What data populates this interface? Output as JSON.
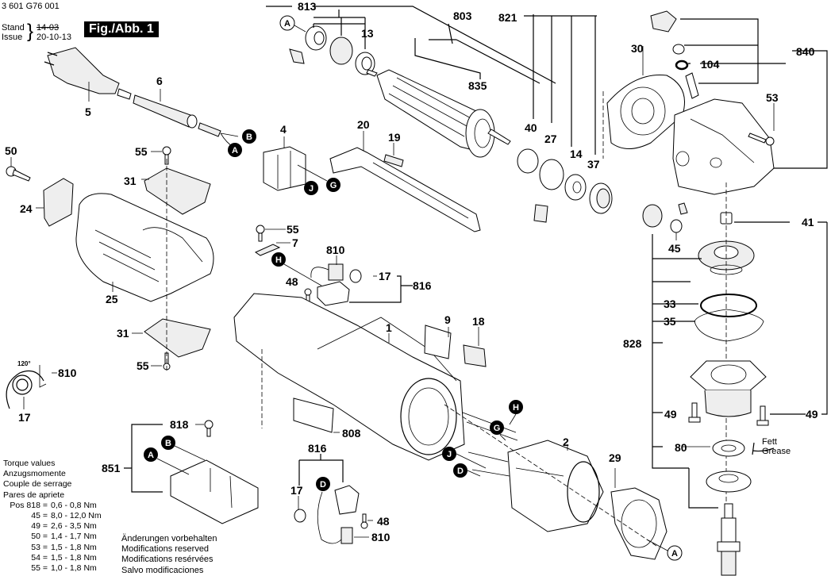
{
  "header": {
    "document_number": "3 601 G76 001",
    "stand_label": "Stand",
    "issue_label": "Issue",
    "old_date": "14-03",
    "issue_date": "20-10-13",
    "figure_label": "Fig./Abb. 1"
  },
  "torque": {
    "titles": [
      "Torque values",
      "Anzugsmomente",
      "Couple de serrage",
      "Pares de apriete"
    ],
    "rows": [
      {
        "pos": "Pos 818 =",
        "value": "0,6 - 0,8 Nm"
      },
      {
        "pos": "45 =",
        "value": "8,0 - 12,0 Nm"
      },
      {
        "pos": "49 =",
        "value": "2,6 - 3,5 Nm"
      },
      {
        "pos": "50 =",
        "value": "1,4 - 1,7 Nm"
      },
      {
        "pos": "53 =",
        "value": "1,5 - 1,8 Nm"
      },
      {
        "pos": "54 =",
        "value": "1,5 - 1,8 Nm"
      },
      {
        "pos": "55 =",
        "value": "1,0 - 1,8 Nm"
      }
    ]
  },
  "reserved": [
    "Änderungen vorbehalten",
    "Modifications reserved",
    "Modifications resérvées",
    "Salvo modificaciones"
  ],
  "grease_note": {
    "line1": "Fett",
    "line2": "Grease"
  },
  "spring_angle": "120°",
  "part_labels": {
    "p813": "813",
    "p803": "803",
    "p821": "821",
    "p13": "13",
    "p835": "835",
    "p30": "30",
    "p840": "840",
    "p104": "104",
    "p53": "53",
    "p6": "6",
    "p5": "5",
    "p4": "4",
    "p20": "20",
    "p19": "19",
    "p40": "40",
    "p27": "27",
    "p14": "14",
    "p37": "37",
    "p50": "50",
    "p55a": "55",
    "p31a": "31",
    "p24": "24",
    "p25": "25",
    "p41": "41",
    "p45": "45",
    "p55b": "55",
    "p7": "7",
    "p810a": "810",
    "p48a": "48",
    "p17a": "17",
    "p816a": "816",
    "p33": "33",
    "p35": "35",
    "p828": "828",
    "p9": "9",
    "p18": "18",
    "p1": "1",
    "p31b": "31",
    "p55c": "55",
    "p810b": "810",
    "p17b": "17",
    "p49a": "49",
    "p49b": "49",
    "p80": "80",
    "p818": "818",
    "p808": "808",
    "p851": "851",
    "p2": "2",
    "p29": "29",
    "p816b": "816",
    "p17c": "17",
    "p48b": "48",
    "p810c": "810"
  },
  "connectors": {
    "A": "A",
    "B": "B",
    "D": "D",
    "G": "G",
    "H": "H",
    "J": "J"
  }
}
